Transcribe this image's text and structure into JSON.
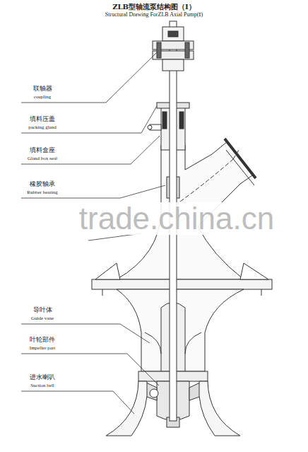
{
  "diagram": {
    "title": "ZLB型轴流泵结构图（Ⅰ）",
    "labels": [
      "Structural Drawing ForZLB Axial Pump(Ⅰ)",
      "联轴器",
      "coupling",
      "填料压盖",
      "packing gland",
      "填料盒座",
      "Gland box seal",
      "橡胶轴承",
      "Rubber bearing",
      "导叶体",
      "Guide vane",
      "叶轮部件",
      "Impeller part",
      "进水喇叭",
      "Suction bell",
      "trade.china.cn"
    ]
  }
}
